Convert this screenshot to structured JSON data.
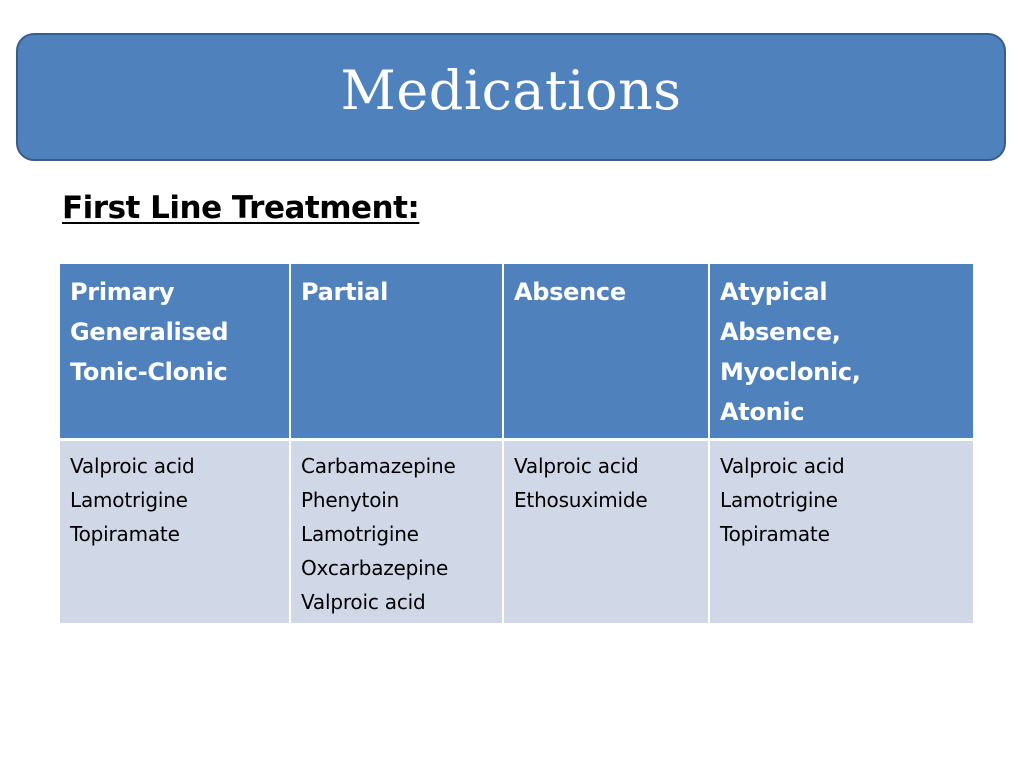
{
  "slide": {
    "title": "Medications",
    "subtitle": "First Line Treatment:"
  },
  "table": {
    "headers": [
      [
        "Primary",
        "Generalised",
        "Tonic-Clonic"
      ],
      [
        "Partial"
      ],
      [
        "Absence"
      ],
      [
        "Atypical",
        "Absence,",
        "Myoclonic,",
        "Atonic"
      ]
    ],
    "rows": [
      [
        [
          "Valproic acid",
          "Lamotrigine",
          "Topiramate"
        ],
        [
          "Carbamazepine",
          "Phenytoin",
          "Lamotrigine",
          "Oxcarbazepine",
          "Valproic acid"
        ],
        [
          "Valproic acid",
          "Ethosuximide"
        ],
        [
          "Valproic acid",
          "Lamotrigine",
          "Topiramate"
        ]
      ]
    ]
  },
  "colors": {
    "banner_fill": "#4f81bd",
    "banner_border": "#385d8a",
    "header_fill": "#4f81bd",
    "body_fill": "#d0d8e8",
    "header_text": "#ffffff",
    "body_text": "#000000"
  }
}
